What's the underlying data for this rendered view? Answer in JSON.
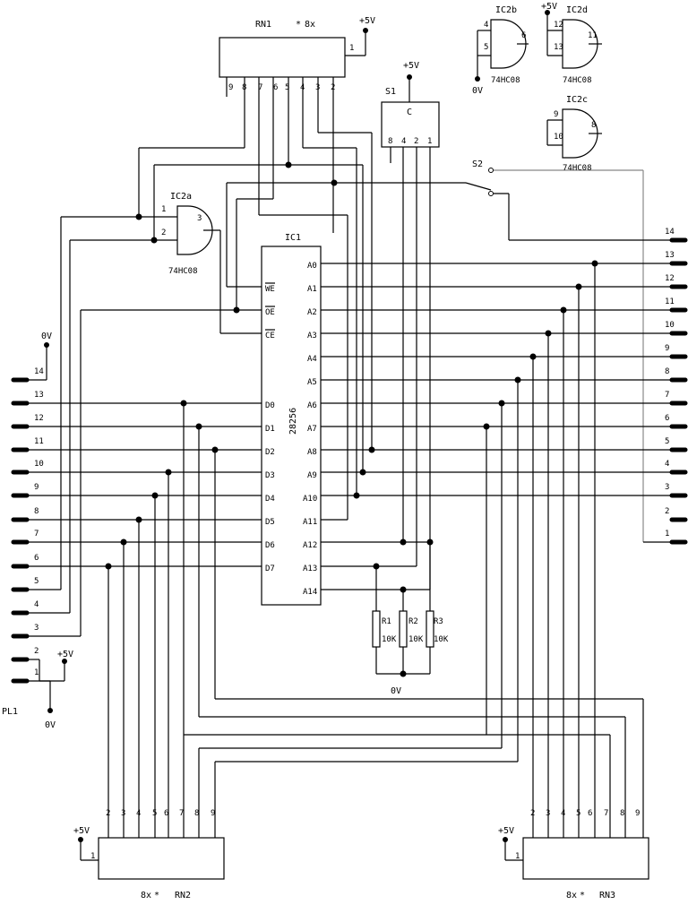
{
  "diagram": {
    "rn1": {
      "ref": "RN1",
      "value": "8x",
      "star": "*",
      "pins": [
        "9",
        "8",
        "7",
        "6",
        "5",
        "4",
        "3",
        "2"
      ],
      "common_pin": "1",
      "supply": "+5V"
    },
    "rn2": {
      "ref": "RN2",
      "value": "8x",
      "star": "*",
      "pins": [
        "2",
        "3",
        "4",
        "5",
        "6",
        "7",
        "8",
        "9"
      ],
      "common_pin": "1",
      "supply": "+5V"
    },
    "rn3": {
      "ref": "RN3",
      "value": "8x",
      "star": "*",
      "pins": [
        "2",
        "3",
        "4",
        "5",
        "6",
        "7",
        "8",
        "9"
      ],
      "common_pin": "1",
      "supply": "+5V"
    },
    "s1": {
      "ref": "S1",
      "common": "C",
      "pins": [
        "8",
        "4",
        "2",
        "1"
      ],
      "supply": "+5V"
    },
    "s2": {
      "ref": "S2"
    },
    "ic1": {
      "ref": "IC1",
      "part": "28256",
      "left_pins": [
        "WE",
        "OE",
        "CE",
        "D0",
        "D1",
        "D2",
        "D3",
        "D4",
        "D5",
        "D6",
        "D7"
      ],
      "right_pins": [
        "A0",
        "A1",
        "A2",
        "A3",
        "A4",
        "A5",
        "A6",
        "A7",
        "A8",
        "A9",
        "A10",
        "A11",
        "A12",
        "A13",
        "A14"
      ]
    },
    "ic2a": {
      "ref": "IC2a",
      "part": "74HC08",
      "in1": "1",
      "in2": "2",
      "out": "3"
    },
    "ic2b": {
      "ref": "IC2b",
      "part": "74HC08",
      "in1": "4",
      "in2": "5",
      "out": "6",
      "gnd": "0V"
    },
    "ic2d": {
      "ref": "IC2d",
      "part": "74HC08",
      "in1": "12",
      "in2": "13",
      "out": "11",
      "supply": "+5V"
    },
    "ic2c": {
      "ref": "IC2c",
      "part": "74HC08",
      "in1": "9",
      "in2": "10",
      "out": "8"
    },
    "resistors": [
      {
        "ref": "R1",
        "value": "10K"
      },
      {
        "ref": "R2",
        "value": "10K"
      },
      {
        "ref": "R3",
        "value": "10K"
      }
    ],
    "resistor_gnd": "0V",
    "pl1": {
      "ref": "PL1",
      "pins": [
        "14",
        "13",
        "12",
        "11",
        "10",
        "9",
        "8",
        "7",
        "6",
        "5",
        "4",
        "3",
        "2",
        "1"
      ],
      "gnd_top": "0V",
      "gnd_bottom": "0V",
      "supply": "+5V"
    },
    "right_connector": {
      "pins": [
        "14",
        "13",
        "12",
        "11",
        "10",
        "9",
        "8",
        "7",
        "6",
        "5",
        "4",
        "3",
        "2",
        "1"
      ]
    }
  }
}
